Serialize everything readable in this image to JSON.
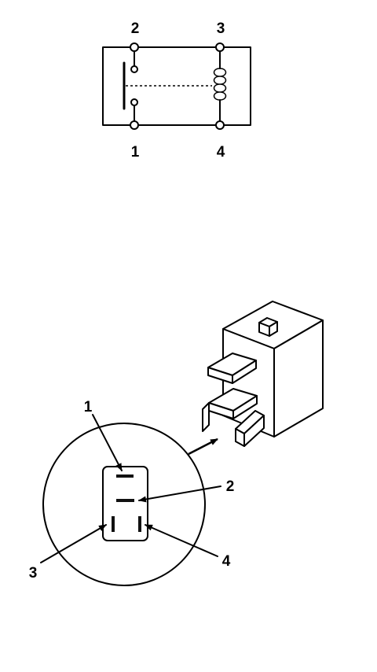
{
  "schematic": {
    "terminals": [
      {
        "id": "2",
        "label": "2"
      },
      {
        "id": "3",
        "label": "3"
      },
      {
        "id": "1",
        "label": "1"
      },
      {
        "id": "4",
        "label": "4"
      }
    ]
  },
  "connector_view": {
    "callouts": [
      {
        "id": "1",
        "label": "1"
      },
      {
        "id": "2",
        "label": "2"
      },
      {
        "id": "3",
        "label": "3"
      },
      {
        "id": "4",
        "label": "4"
      }
    ]
  },
  "colors": {
    "line": "#000000",
    "background": "#ffffff"
  }
}
